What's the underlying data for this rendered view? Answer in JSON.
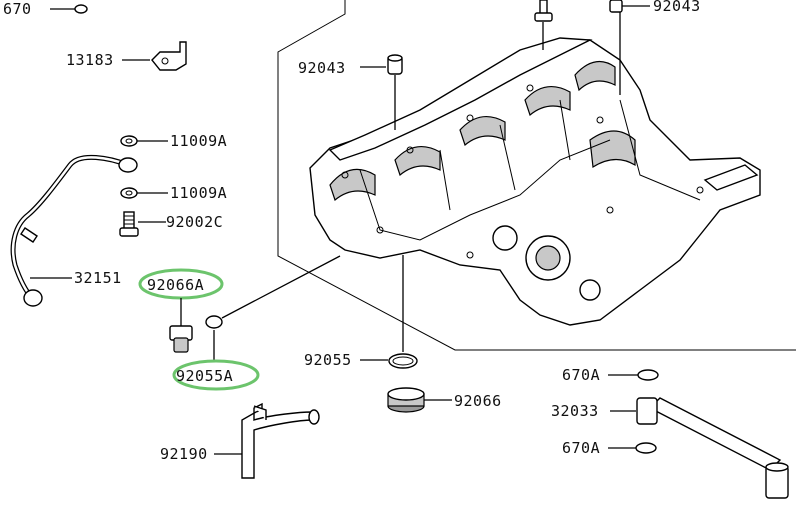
{
  "labels": {
    "p670": "670",
    "p92043_top": "92043",
    "p13183": "13183",
    "p92043_mid": "92043",
    "p11009a_1": "11009A",
    "p11009a_2": "11009A",
    "p92002c": "92002C",
    "p32151": "32151",
    "p92066a": "92066A",
    "p92055a": "92055A",
    "p92055": "92055",
    "p92066": "92066",
    "p670a_1": "670A",
    "p32033": "32033",
    "p670a_2": "670A",
    "p92190": "92190"
  },
  "colors": {
    "highlight": "#6cc46c",
    "line": "#000000",
    "shade": "#c8c8c8"
  }
}
